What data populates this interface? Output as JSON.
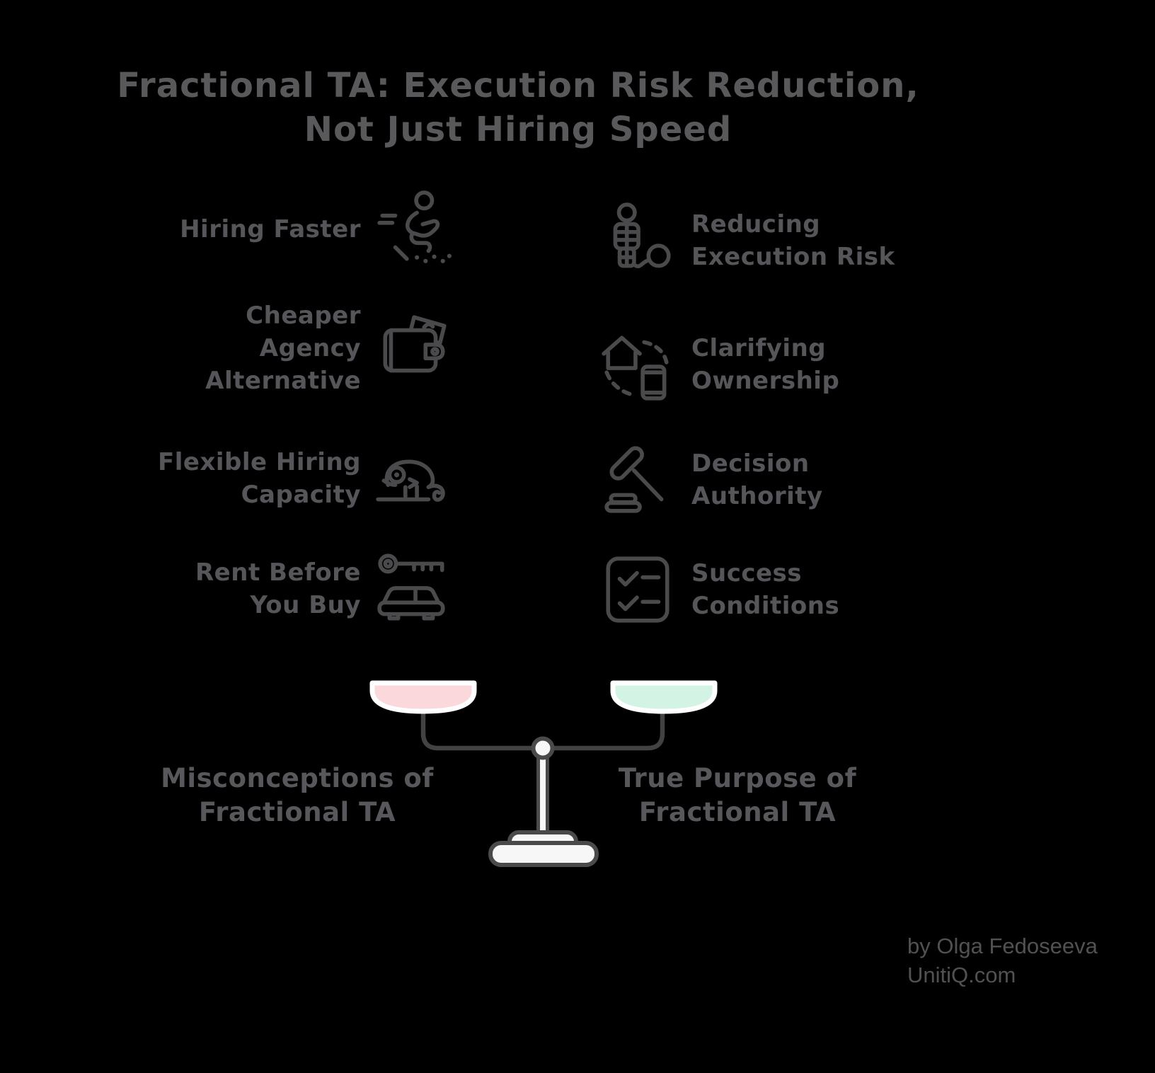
{
  "title": "Fractional TA: Execution Risk Reduction,\nNot Just Hiring Speed",
  "left_column": {
    "items": [
      {
        "label": "Hiring Faster",
        "icon": "sprinting-person"
      },
      {
        "label": "Cheaper\nAgency\nAlternative",
        "icon": "wallet-money"
      },
      {
        "label": "Flexible Hiring\nCapacity",
        "icon": "chameleon"
      },
      {
        "label": "Rent Before\nYou Buy",
        "icon": "key-and-car"
      }
    ]
  },
  "right_column": {
    "items": [
      {
        "label": "Reducing\nExecution Risk",
        "icon": "prisoner-ball-chain"
      },
      {
        "label": "Clarifying\nOwnership",
        "icon": "house-phone-swap"
      },
      {
        "label": "Decision\nAuthority",
        "icon": "gavel"
      },
      {
        "label": "Success\nConditions",
        "icon": "checklist"
      }
    ]
  },
  "scale": {
    "left_label": "Misconceptions of\nFractional TA",
    "right_label": "True Purpose of\nFractional TA",
    "left_bowl_color": "#fbd8db",
    "right_bowl_color": "#d3f4e5"
  },
  "attribution": "by Olga Fedoseeva\nUnitiQ.com",
  "colors": {
    "background": "#000000",
    "text": "#56565a",
    "icon_stroke": "#4a4a4c",
    "beam": "#424242",
    "stand_fill": "#f7f7f7"
  }
}
